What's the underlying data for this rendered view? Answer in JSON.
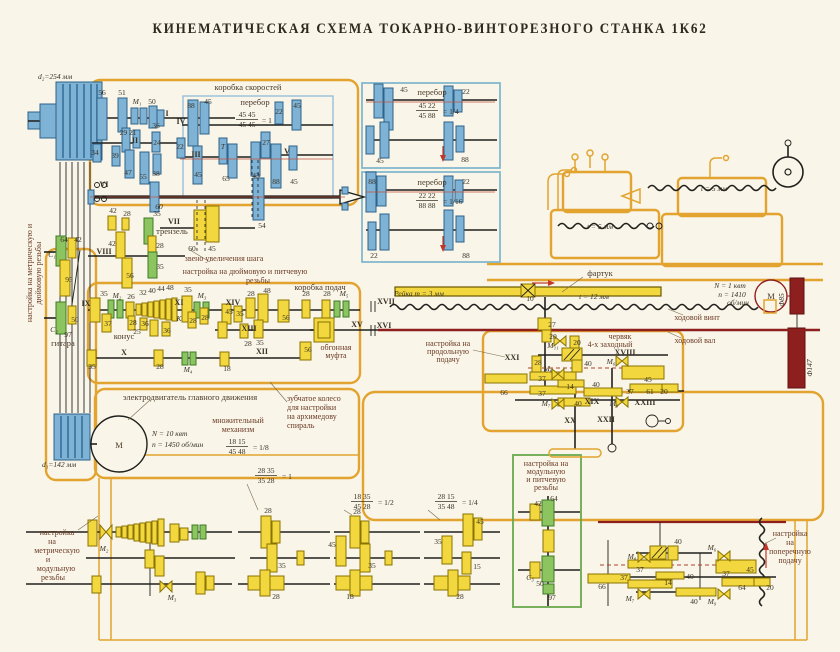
{
  "title": "КИНЕМАТИЧЕСКАЯ СХЕМА ТОКАРНО-ВИНТОРЕЗНОГО СТАНКА 1К62",
  "colors": {
    "outline": "#E2A42F",
    "blue_gear": "#7FB3D5",
    "yellow_gear": "#F2D83E",
    "green_gear": "#8CC460",
    "dark_red": "#8E1F1F",
    "background": "#F9F5E9"
  },
  "gearbox": {
    "title": "коробка скоростей",
    "d2": "d₂=254 мм",
    "g56": "56",
    "g51": "51",
    "m1": "М₁",
    "g50": "50",
    "sI": "I",
    "g36": "36",
    "g29_21": "29 21",
    "sII": "II",
    "g24": "24",
    "g34": "34",
    "g39": "39",
    "g47": "47",
    "g55": "55",
    "g38": "38",
    "sVI": "VI",
    "sIV": "IV",
    "g88a": "88",
    "g45a": "45",
    "perebor": "перебор",
    "pfrac": {
      "top": "45 45",
      "bottom": "45 45",
      "eq": "= 1"
    },
    "g22a": "22",
    "sIII": "III",
    "g45b": "45",
    "gT": "Т",
    "g65": "65",
    "g27": "27",
    "sV": "V",
    "g43": "43",
    "g88b": "88",
    "g45c": "45",
    "g22b": "22",
    "g45d": "45",
    "g54": "54",
    "g60": "60"
  },
  "perebor1": {
    "title": "перебор",
    "frac": {
      "top": "45 22",
      "bottom": "45 88",
      "eq": "= 1/4"
    },
    "g45t": "45",
    "g22": "22",
    "g45b": "45",
    "g88": "88"
  },
  "perebor2": {
    "title": "перебор",
    "frac": {
      "top": "22 22",
      "bottom": "88 88",
      "eq": "= 1/16"
    },
    "g88t": "88",
    "g22l": "22",
    "g22r": "22",
    "g88r": "88"
  },
  "trenzel": {
    "g42a": "42",
    "g28a": "28",
    "g35a": "35",
    "sVII": "VII",
    "name": "трензель",
    "g60": "60",
    "g45": "45",
    "g42b": "42",
    "sVIII": "VIII",
    "g28b": "28",
    "g35b": "35",
    "g56": "56"
  },
  "notes": {
    "zveno": "звено увеличения шага",
    "inch1": "настройка на дюймовую и питчевую",
    "inch2": "резьбы"
  },
  "guitarL": {
    "g64": "64",
    "g42": "42",
    "c1": "C₁",
    "g95": "95",
    "g50": "50",
    "c2": "C₂",
    "g97": "97",
    "name": "гитара",
    "note1": "настройка на метрическую и",
    "note2": "дюймовую резьбы"
  },
  "feedbox": {
    "title": "коробка подач",
    "sIX": "IX",
    "g35a": "35",
    "m2": "М₂",
    "g26": "26",
    "g32": "32",
    "g40": "40",
    "g44": "44",
    "g48a": "48",
    "sXI": "XI",
    "g35b": "35",
    "m3": "М₃",
    "sXIV": "XIV",
    "g28a": "28",
    "g48b": "48",
    "g37": "37",
    "konus": "конус",
    "g28b": "28",
    "g36a": "36",
    "g25": "25",
    "g36b": "36",
    "k": "К",
    "g28c": "28",
    "g28d": "28",
    "g45a": "45",
    "g35c": "35",
    "sXIII": "XIII",
    "g28e": "28",
    "g35d": "35",
    "sXII": "XII",
    "sX": "X",
    "g35e": "35",
    "g28f": "28",
    "m4": "М₄",
    "g18": "18",
    "g56a": "56",
    "g56b": "56",
    "g28g": "28",
    "g28h": "28",
    "m5": "М₅",
    "ov1": "обгонная",
    "ov2": "муфта",
    "sXV": "XV"
  },
  "motor1": {
    "label": "электродвигатель главного движения",
    "m": "М",
    "power": "N = 10 квт",
    "rpm": "n = 1450 об/мин",
    "d1": "d₁=142 мм"
  },
  "mult": {
    "l1": "множительный",
    "l2": "механизм",
    "frac": {
      "top": "18 15",
      "bottom": "45 48",
      "eq": "= 1/8"
    }
  },
  "arch": {
    "l1": "зубчатое колесо",
    "l2": "для настройки",
    "l3": "на архимедову",
    "l4": "спираль"
  },
  "bed": {
    "rack": "Рейка m = 3 мм",
    "g10": "10",
    "t12": "t = 12 мм",
    "sXVII": "XVII",
    "sXVI": "XVI",
    "g27": "27",
    "leadscrew": "ходовой винт",
    "feedrod": "ходовой вал",
    "fartuk": "фартук",
    "prod1": "настройка на",
    "prod2": "продольную",
    "prod3": "подачу"
  },
  "carriage": {
    "t5": "t = 5 мм"
  },
  "tailstock": {
    "t5": "t = 5 мм"
  },
  "apron": {
    "sXXI": "XXI",
    "g20a": "20",
    "m11": "М₁₁",
    "g28": "28",
    "g20b": "20",
    "worm1": "червяк",
    "worm2": "4-х заходный",
    "sXVIII": "XVIII",
    "m8": "М₈",
    "g40a": "40",
    "g37a": "37",
    "g14": "14",
    "g40b": "40",
    "m6": "М₆",
    "g45": "45",
    "g66": "66",
    "g37b": "37",
    "m7": "М₇",
    "g40c": "40",
    "sXIX": "XIX",
    "g37c": "37",
    "m9": "М₉",
    "g61": "61",
    "g20c": "20",
    "sXXIII": "XXIII",
    "sXX": "XX",
    "sXXII": "XXII"
  },
  "motor2": {
    "power": "N = 1 квт",
    "rpm1": "n = 1410",
    "rpm2": "об/мин",
    "m": "М",
    "f85": "Ф85",
    "f147": "Ф147"
  },
  "modbox": {
    "l1": "настройка на",
    "l2": "модульную",
    "l3": "и питчевую",
    "l4": "резьбы",
    "g42": "42",
    "g64": "64",
    "c3": "C₃",
    "g50": "50",
    "g97": "97"
  },
  "bleft": {
    "l1": "настройка",
    "l2": "на",
    "l3": "метрическую",
    "l4": "и",
    "l5": "модульную",
    "l6": "резьбы",
    "m2": "М₂",
    "m3": "М₃"
  },
  "t1": {
    "frac": {
      "top": "28 35",
      "bottom": "35 28",
      "eq": "= 1"
    },
    "g28a": "28",
    "g35": "35",
    "g28b": "28"
  },
  "t2": {
    "frac": {
      "top": "18 35",
      "bottom": "45 28",
      "eq": "= 1/2"
    },
    "g28": "28",
    "g45": "45",
    "g35": "35",
    "g18": "18"
  },
  "t3": {
    "frac": {
      "top": "28 15",
      "bottom": "35 48",
      "eq": "= 1/4"
    },
    "g45": "45",
    "g35": "35",
    "g15": "15",
    "g28": "28"
  },
  "cross": {
    "l1": "настройка",
    "l2": "на",
    "l3": "поперечную",
    "l4": "подачу",
    "g66": "66",
    "g40a": "40",
    "m8": "М₈",
    "g37a": "37",
    "g14": "14",
    "g40b": "40",
    "m6": "М₆",
    "g37b": "37",
    "m7": "М₇",
    "g40c": "40",
    "g37c": "37",
    "m9": "М₉",
    "g45": "45",
    "g64": "64",
    "g20": "20"
  }
}
